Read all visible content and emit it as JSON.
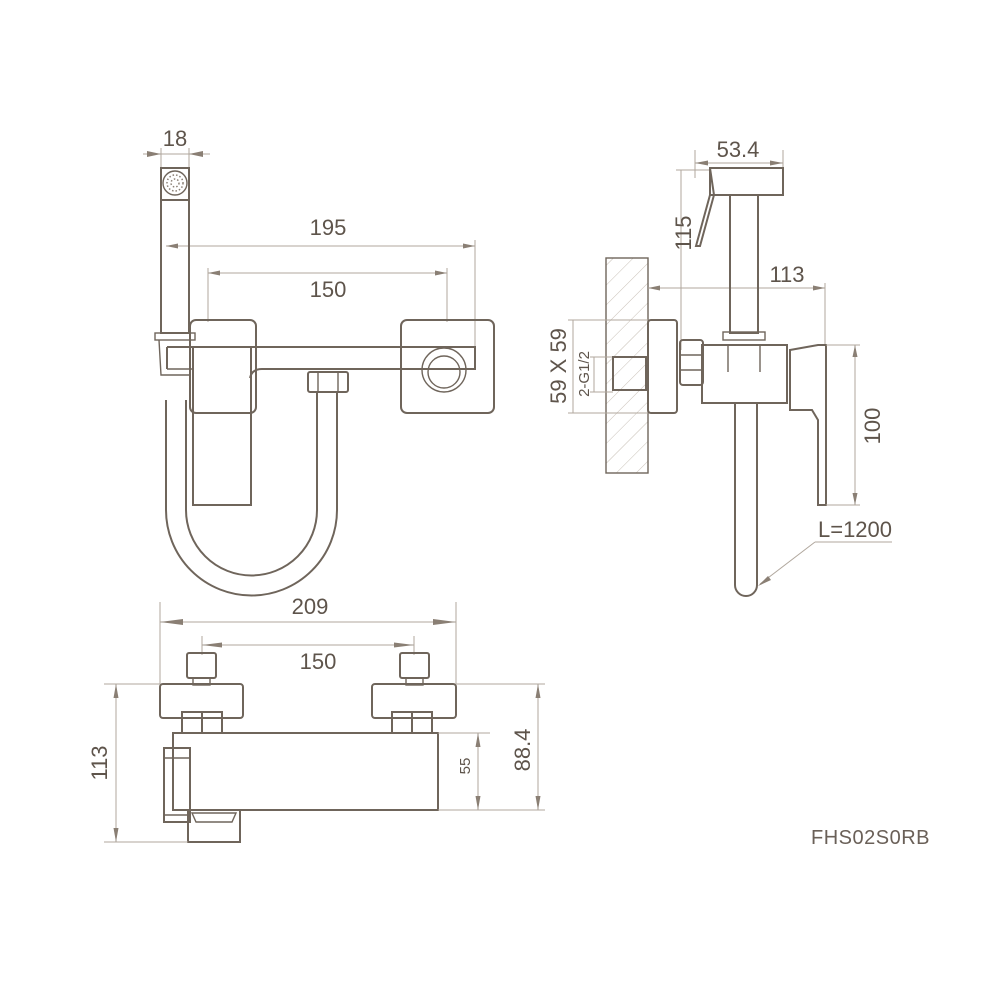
{
  "drawing": {
    "model_code": "FHS02S0RB",
    "line_color": "#6f655b",
    "dimension_color": "#b0a79d",
    "front_view": {
      "dim_head_width": "18",
      "dim_overall_width": "195",
      "dim_centers": "150"
    },
    "side_view": {
      "dim_head_depth": "53.4",
      "dim_height_shower": "115",
      "dim_projection": "113",
      "dim_flange": "59 X 59",
      "dim_thread": "2-G1/2",
      "dim_lever_height": "100",
      "hose_length": "L=1200"
    },
    "top_view": {
      "dim_overall_width": "209",
      "dim_centers": "150",
      "dim_overall_depth": "113",
      "dim_body_depth": "55",
      "dim_depth_to_body": "88.4"
    }
  }
}
